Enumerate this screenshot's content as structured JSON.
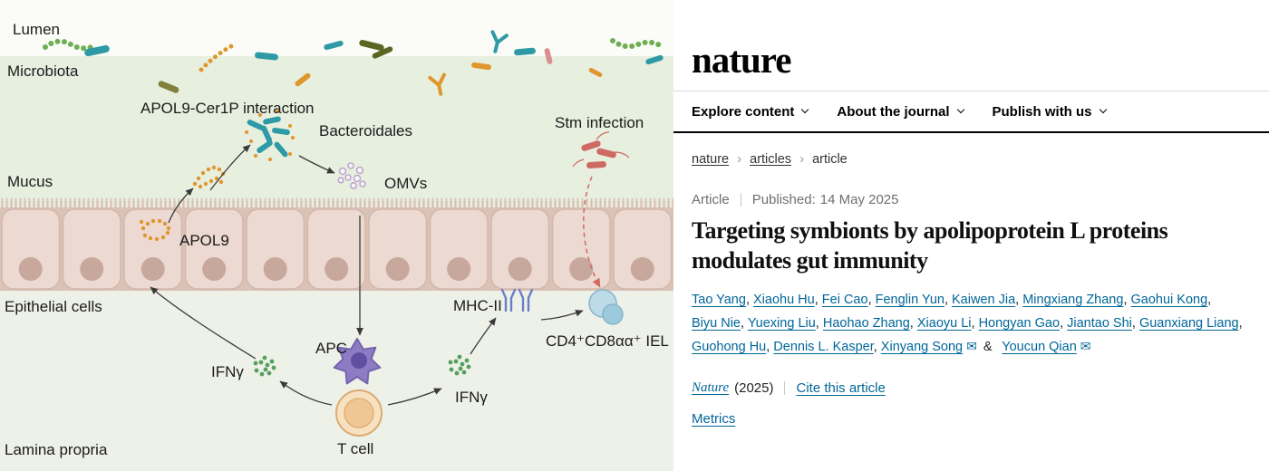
{
  "theme": {
    "link": "#006699",
    "text": "#222222",
    "muted": "#6f6f6f",
    "fig-teal": "#2e9aa6",
    "fig-orange": "#e0962e",
    "fig-green-dots": "#55a05f",
    "fig-red": "#cf6a62",
    "fig-purple": "#8d7cc4"
  },
  "figure": {
    "labels": {
      "lumen": "Lumen",
      "microbiota": "Microbiota",
      "apol9_cer1p": "APOL9-Cer1P interaction",
      "bacteroidales": "Bacteroidales",
      "omvs": "OMVs",
      "stm_infection": "Stm infection",
      "mucus": "Mucus",
      "apol9": "APOL9",
      "epithelial_cells": "Epithelial cells",
      "mhc2": "MHC-II",
      "cd4_iel": "CD4⁺CD8αα⁺ IEL",
      "ifng_left": "IFNγ",
      "apc": "APC",
      "ifng_right": "IFNγ",
      "t_cell": "T cell",
      "lamina_propria": "Lamina propria"
    }
  },
  "journal": {
    "logo": "nature",
    "nav": [
      {
        "label": "Explore content"
      },
      {
        "label": "About the journal"
      },
      {
        "label": "Publish with us"
      }
    ],
    "breadcrumb": [
      {
        "label": "nature"
      },
      {
        "label": "articles"
      },
      {
        "label": "article"
      }
    ],
    "icons": {
      "email": "✉",
      "breadcrumb_separator": "›"
    },
    "article": {
      "type": "Article",
      "published_label": "Published:",
      "published_date": "14 May 2025",
      "title": "Targeting symbionts by apolipoprotein L proteins modulates gut immunity",
      "authors": [
        "Tao Yang",
        "Xiaohu Hu",
        "Fei Cao",
        "Fenglin Yun",
        "Kaiwen Jia",
        "Mingxiang Zhang",
        "Gaohui Kong",
        "Biyu Nie",
        "Yuexing Liu",
        "Haohao Zhang",
        "Xiaoyu Li",
        "Hongyan Gao",
        "Jiantao Shi",
        "Guanxiang Liang",
        "Guohong Hu",
        "Dennis L. Kasper",
        "Xinyang Song",
        "Youcun Qian"
      ],
      "and_separator": "&",
      "journal_name": "Nature",
      "year": "(2025)",
      "cite_label": "Cite this article",
      "metrics_label": "Metrics"
    }
  }
}
